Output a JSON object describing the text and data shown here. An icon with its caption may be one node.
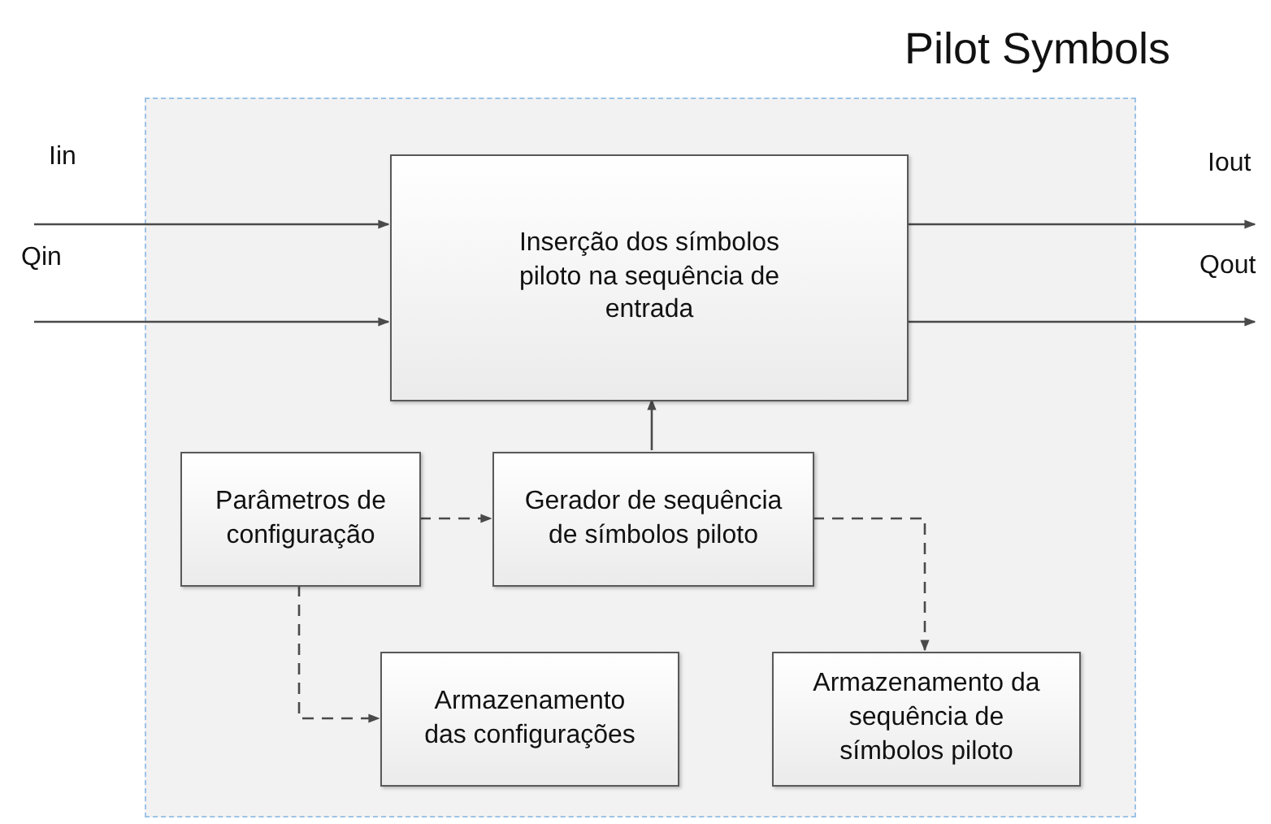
{
  "diagram": {
    "nodes": [
      {
        "text": [
          "Pilot Symbols"
        ]
      },
      {
        "text": [
          "Inserção dos símbolos piloto na sequência de entrada"
        ],
        "in": 0
      },
      {
        "text": [
          "Parâmetros de configuração"
        ],
        "in": 0
      },
      {
        "text": [
          "Gerador de sequência de símbolos piloto"
        ],
        "in": 0
      },
      {
        "text": [
          "Armazenamento das configurações"
        ],
        "in": 0
      },
      {
        "text": [
          "Armazenamento da sequência de símbolos piloto"
        ],
        "in": 0
      }
    ],
    "edges": [
      {
        "from": null,
        "to": 1,
        "arrow": "to",
        "label": "Iin"
      },
      {
        "from": null,
        "to": 1,
        "arrow": "to",
        "label": "Qin"
      },
      {
        "from": 1,
        "to": null,
        "arrow": "to",
        "label": "Iout"
      },
      {
        "from": 1,
        "to": null,
        "arrow": "to",
        "label": "Qout"
      },
      {
        "from": 3,
        "to": 1,
        "arrow": "to"
      },
      {
        "from": 2,
        "to": 3,
        "arrow": "to",
        "style": "dashed"
      },
      {
        "from": 3,
        "to": 5,
        "arrow": "to",
        "style": "dashed"
      },
      {
        "from": 2,
        "to": 4,
        "arrow": "to",
        "style": "dashed"
      }
    ]
  }
}
